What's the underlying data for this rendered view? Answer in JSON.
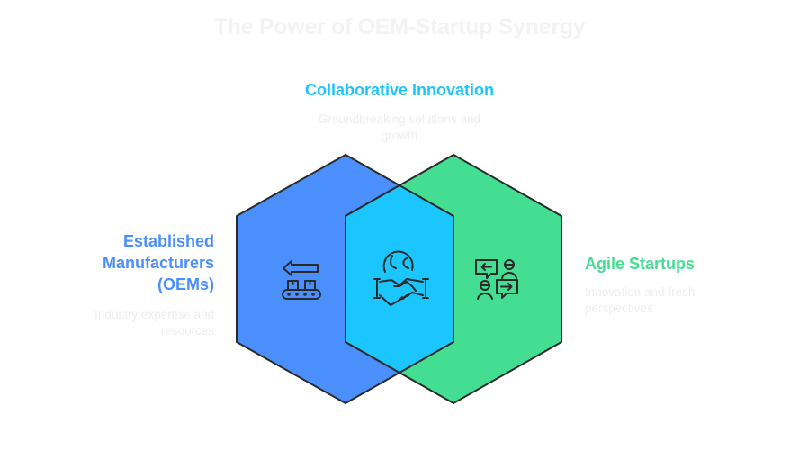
{
  "title": "The Power of OEM-Startup Synergy",
  "colors": {
    "oem": "#4b8ffd",
    "startup": "#44de93",
    "overlap": "#1ac6fd",
    "outline": "#2a2a2a",
    "title": "#f3f3f3",
    "description": "#eeeeee"
  },
  "sections": {
    "center": {
      "label": "Collaborative Innovation",
      "description_line1": "Groundbreaking solutions and",
      "description_line2": "growth",
      "icon": "handshake-globe-icon"
    },
    "left": {
      "label_line1": "Established",
      "label_line2": "Manufacturers",
      "label_line3": "(OEMs)",
      "description_line1": "Industry expertise and",
      "description_line2": "resources",
      "icon": "conveyor-belt-arrow-icon"
    },
    "right": {
      "label": "Agile Startups",
      "description_line1": "Innovation and fresh",
      "description_line2": "perspectives",
      "icon": "people-conversation-icon"
    }
  }
}
